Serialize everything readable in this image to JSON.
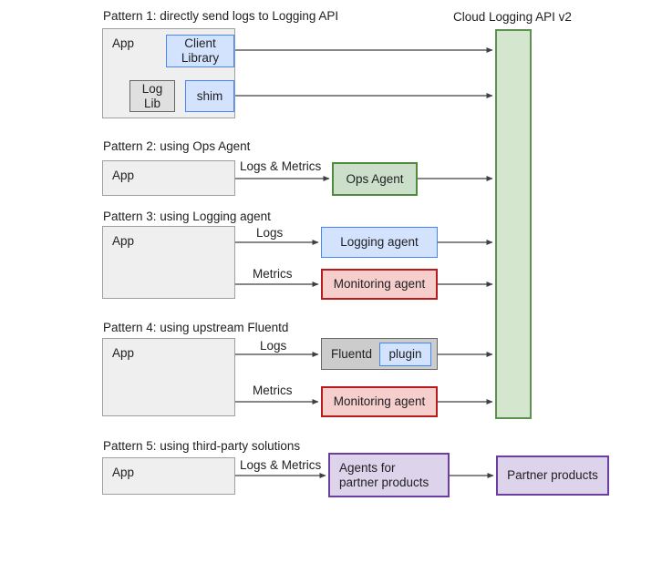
{
  "diagram": {
    "title_column": "Cloud Logging API v2",
    "patterns": [
      {
        "id": "pattern-1",
        "title": "Pattern 1: directly send logs to Logging API",
        "app_label": "App",
        "nodes": [
          {
            "name": "client-library",
            "label": "Client\nLibrary"
          },
          {
            "name": "log-lib",
            "label": "Log\nLib"
          },
          {
            "name": "shim",
            "label": "shim"
          }
        ],
        "edge_labels": []
      },
      {
        "id": "pattern-2",
        "title": "Pattern 2: using Ops Agent",
        "app_label": "App",
        "nodes": [
          {
            "name": "ops-agent",
            "label": "Ops Agent"
          }
        ],
        "edge_labels": [
          "Logs & Metrics"
        ]
      },
      {
        "id": "pattern-3",
        "title": "Pattern 3: using Logging agent",
        "app_label": "App",
        "nodes": [
          {
            "name": "logging-agent",
            "label": "Logging agent"
          },
          {
            "name": "monitoring-agent",
            "label": "Monitoring agent"
          }
        ],
        "edge_labels": [
          "Logs",
          "Metrics"
        ]
      },
      {
        "id": "pattern-4",
        "title": "Pattern 4: using upstream Fluentd",
        "app_label": "App",
        "nodes": [
          {
            "name": "fluentd",
            "label": "Fluentd"
          },
          {
            "name": "plugin",
            "label": "plugin"
          },
          {
            "name": "monitoring-agent",
            "label": "Monitoring agent"
          }
        ],
        "edge_labels": [
          "Logs",
          "Metrics"
        ]
      },
      {
        "id": "pattern-5",
        "title": "Pattern 5: using third-party solutions",
        "app_label": "App",
        "nodes": [
          {
            "name": "agents-for-partner-products",
            "label": "Agents for\npartner products"
          },
          {
            "name": "partner-products",
            "label": "Partner products"
          }
        ],
        "edge_labels": [
          "Logs & Metrics"
        ]
      }
    ],
    "colors": {
      "app_fill": "#efefef",
      "app_stroke": "#9e9e9e",
      "blue_fill": "#d3e3fd",
      "blue_stroke": "#4285f4",
      "green_fill": "#ccdfca",
      "green_stroke": "#4f8a3d",
      "green_column_fill": "#d4e6cd",
      "green_column_stroke": "#5d9150",
      "red_fill": "#f6cecc",
      "red_stroke": "#b71c1c",
      "purple_fill": "#ddd3ea",
      "purple_stroke": "#6a3fa0",
      "grey_fill": "#e0e0e0",
      "grey_stroke": "#666666",
      "fluentd_fill": "#cccccc",
      "text": "#202124",
      "arrow": "#3c4043"
    }
  }
}
